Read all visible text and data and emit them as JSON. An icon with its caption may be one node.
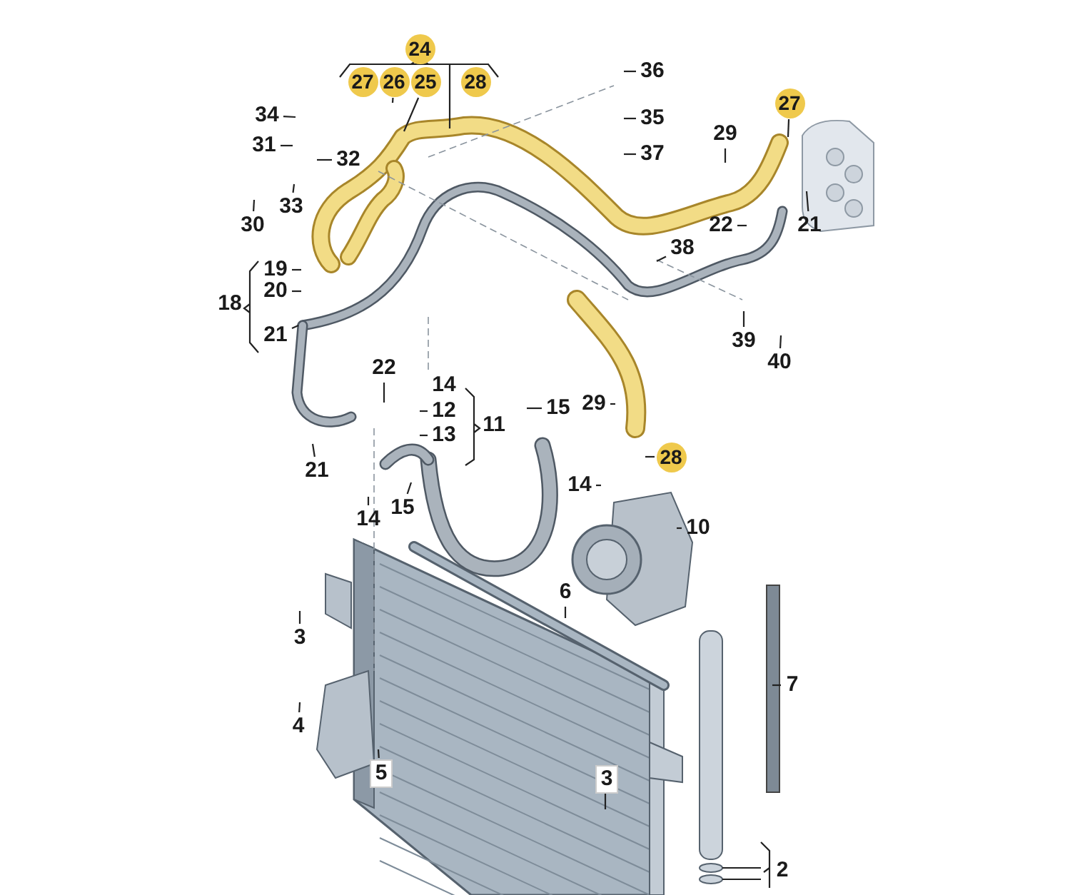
{
  "diagram": {
    "nodes": [
      {
        "text": [
          "24"
        ]
      },
      {
        "text": [
          "27"
        ]
      },
      {
        "text": [
          "26"
        ]
      },
      {
        "text": [
          "25"
        ]
      },
      {
        "text": [
          "28"
        ]
      },
      {
        "text": [
          "36"
        ]
      },
      {
        "text": [
          "27"
        ]
      },
      {
        "text": [
          "34"
        ]
      },
      {
        "text": [
          "35"
        ]
      },
      {
        "text": [
          "29"
        ]
      },
      {
        "text": [
          "31"
        ]
      },
      {
        "text": [
          "37"
        ]
      },
      {
        "text": [
          "32"
        ]
      },
      {
        "text": [
          "33"
        ]
      },
      {
        "text": [
          "30"
        ]
      },
      {
        "text": [
          "22"
        ]
      },
      {
        "text": [
          "21"
        ]
      },
      {
        "text": [
          "38"
        ]
      },
      {
        "text": [
          "19"
        ]
      },
      {
        "text": [
          "20"
        ]
      },
      {
        "text": [
          "21"
        ]
      },
      {
        "text": [
          "39"
        ]
      },
      {
        "text": [
          "40"
        ]
      },
      {
        "text": [
          "22"
        ]
      },
      {
        "text": [
          "29"
        ]
      },
      {
        "text": [
          "15"
        ]
      },
      {
        "text": [
          "12"
        ]
      },
      {
        "text": [
          "13"
        ]
      },
      {
        "text": [
          "28"
        ]
      },
      {
        "text": [
          "21"
        ]
      },
      {
        "text": [
          "14"
        ]
      },
      {
        "text": [
          "15"
        ]
      },
      {
        "text": [
          "14"
        ]
      },
      {
        "text": [
          "10"
        ]
      },
      {
        "text": [
          "6"
        ]
      },
      {
        "text": [
          "3"
        ]
      },
      {
        "text": [
          "7"
        ]
      },
      {
        "text": [
          "4"
        ]
      },
      {
        "text": [
          "5"
        ]
      },
      {
        "text": [
          "3"
        ]
      }
    ],
    "edges": [
      {
        "from": 2,
        "to": null,
        "arrow": "none"
      },
      {
        "from": 3,
        "to": null,
        "arrow": "none"
      },
      {
        "from": 5,
        "to": null,
        "arrow": "none"
      },
      {
        "from": 6,
        "to": null,
        "arrow": "none"
      },
      {
        "from": 7,
        "to": null,
        "arrow": "none"
      },
      {
        "from": 8,
        "to": null,
        "arrow": "none"
      },
      {
        "from": 9,
        "to": null,
        "arrow": "none"
      },
      {
        "from": 10,
        "to": null,
        "arrow": "none"
      },
      {
        "from": 11,
        "to": null,
        "arrow": "none"
      },
      {
        "from": 12,
        "to": null,
        "arrow": "none"
      },
      {
        "from": 13,
        "to": null,
        "arrow": "none"
      },
      {
        "from": 14,
        "to": null,
        "arrow": "none"
      },
      {
        "from": 15,
        "to": null,
        "arrow": "none"
      },
      {
        "from": 16,
        "to": null,
        "arrow": "none"
      },
      {
        "from": 17,
        "to": null,
        "arrow": "none"
      },
      {
        "from": 18,
        "to": null,
        "arrow": "none"
      },
      {
        "from": 19,
        "to": null,
        "arrow": "none"
      },
      {
        "from": 20,
        "to": null,
        "arrow": "none"
      },
      {
        "from": 21,
        "to": null,
        "arrow": "none"
      },
      {
        "from": 22,
        "to": null,
        "arrow": "none"
      },
      {
        "from": 23,
        "to": null,
        "arrow": "none"
      },
      {
        "from": 24,
        "to": null,
        "arrow": "none"
      },
      {
        "from": 25,
        "to": null,
        "arrow": "none"
      },
      {
        "from": 26,
        "to": null,
        "arrow": "none"
      },
      {
        "from": 27,
        "to": null,
        "arrow": "none"
      },
      {
        "from": 28,
        "to": null,
        "arrow": "none"
      },
      {
        "from": 29,
        "to": null,
        "arrow": "none"
      },
      {
        "from": 30,
        "to": null,
        "arrow": "none"
      },
      {
        "from": 31,
        "to": null,
        "arrow": "none"
      },
      {
        "from": 32,
        "to": null,
        "arrow": "none"
      },
      {
        "from": 33,
        "to": null,
        "arrow": "none"
      },
      {
        "from": 34,
        "to": null,
        "arrow": "none"
      },
      {
        "from": 35,
        "to": null,
        "arrow": "none"
      },
      {
        "from": 36,
        "to": null,
        "arrow": "none"
      },
      {
        "from": 37,
        "to": null,
        "arrow": "none"
      },
      {
        "from": 38,
        "to": null,
        "arrow": "none"
      },
      {
        "from": 39,
        "to": null,
        "arrow": "none"
      }
    ],
    "labels": [
      "18",
      "14",
      "11",
      "2"
    ]
  }
}
